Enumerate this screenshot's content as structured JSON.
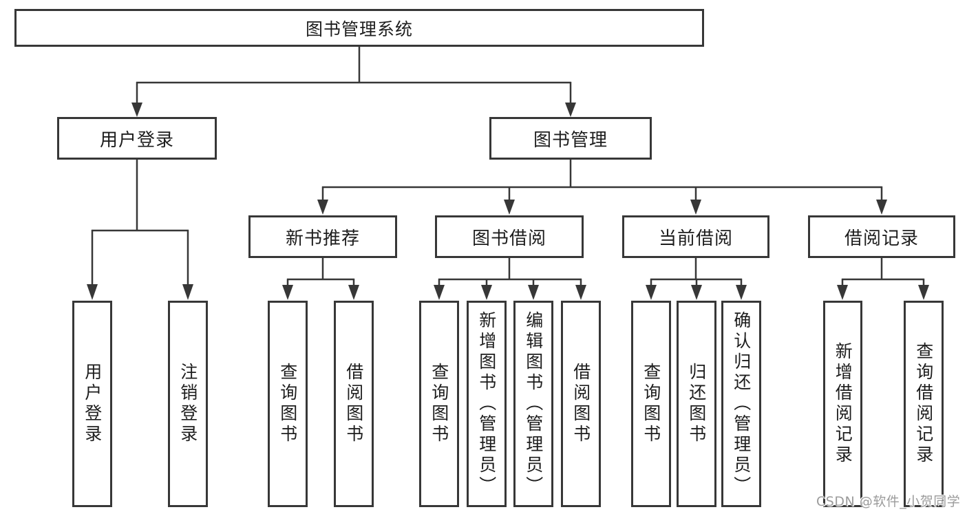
{
  "diagram_title": "图书管理系统",
  "watermark": "CSDN @软件_小贺同学",
  "colors": {
    "line": "#373737",
    "border": "#373737",
    "text": "#1d1d1d",
    "box_background": "#ffffff",
    "page_background": "#ffffff",
    "watermark": "#9b9b9b"
  },
  "tree": {
    "root": "图书管理系统",
    "level1": [
      {
        "label": "用户登录",
        "children": [
          "用户登录",
          "注销登录"
        ]
      },
      {
        "label": "图书管理",
        "groups": [
          {
            "label": "新书推荐",
            "children": [
              "查询图书",
              "借阅图书"
            ]
          },
          {
            "label": "图书借阅",
            "children": [
              "查询图书",
              "新增图书（管理员）",
              "编辑图书（管理员）",
              "借阅图书"
            ]
          },
          {
            "label": "当前借阅",
            "children": [
              "查询图书",
              "归还图书",
              "确认归还（管理员）"
            ]
          },
          {
            "label": "借阅记录",
            "children": [
              "新增借阅记录",
              "查询借阅记录"
            ]
          }
        ]
      }
    ]
  }
}
